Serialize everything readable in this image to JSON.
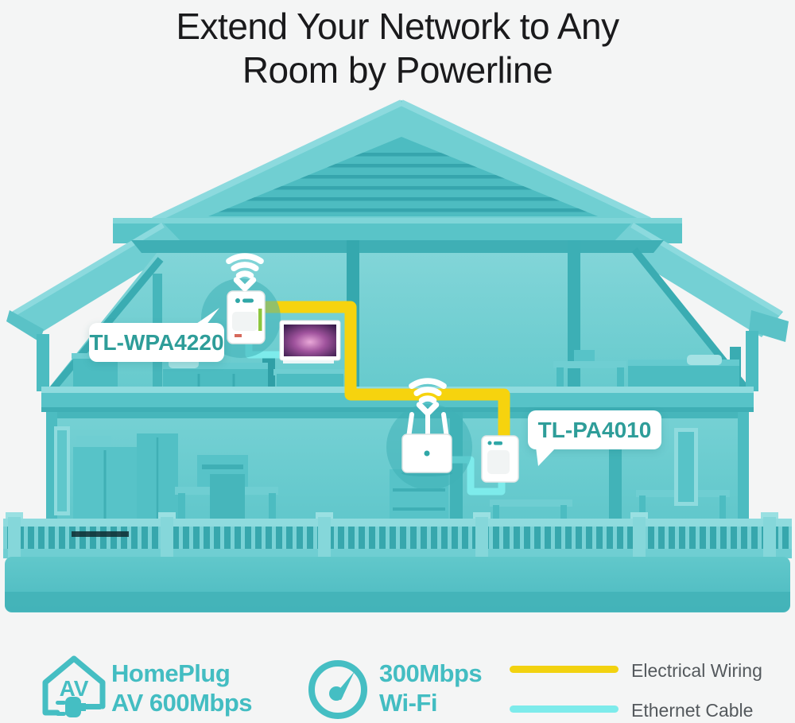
{
  "title": {
    "line1": "Extend Your Network to Any",
    "line2": "Room by Powerline"
  },
  "house": {
    "device_labels": {
      "adapter1": "TL-WPA4220",
      "adapter2": "TL-PA4010"
    },
    "devices": [
      "powerline-wifi-extender",
      "tv",
      "router",
      "powerline-adapter"
    ],
    "icons": [
      "wifi-signal-icon",
      "wifi-signal-icon"
    ]
  },
  "legend": {
    "homeplug": {
      "icon": "homeplug-av-house-plug-icon",
      "icon_text": "AV",
      "line1": "HomePlug",
      "line2": "AV 600Mbps"
    },
    "wifi_speed": {
      "icon": "speedometer-icon",
      "line1": "300Mbps",
      "line2": "Wi-Fi"
    },
    "electrical": {
      "label": "Electrical Wiring",
      "color": "#F2D210"
    },
    "ethernet": {
      "label": "Ethernet Cable",
      "color": "#7DEBEB"
    }
  },
  "colors": {
    "background": "#F4F5F5",
    "house_teal": "#5FC7CB",
    "house_teal_dark": "#3AACB2",
    "house_teal_light": "#8FDBDE",
    "bubble_text": "#2E9D99",
    "legend_teal": "#43BDC2",
    "legend_gray": "#54595D",
    "wire_yellow": "#F6D30E",
    "wire_cyan": "#7DEBEB",
    "title_color": "#1A1A1C"
  }
}
